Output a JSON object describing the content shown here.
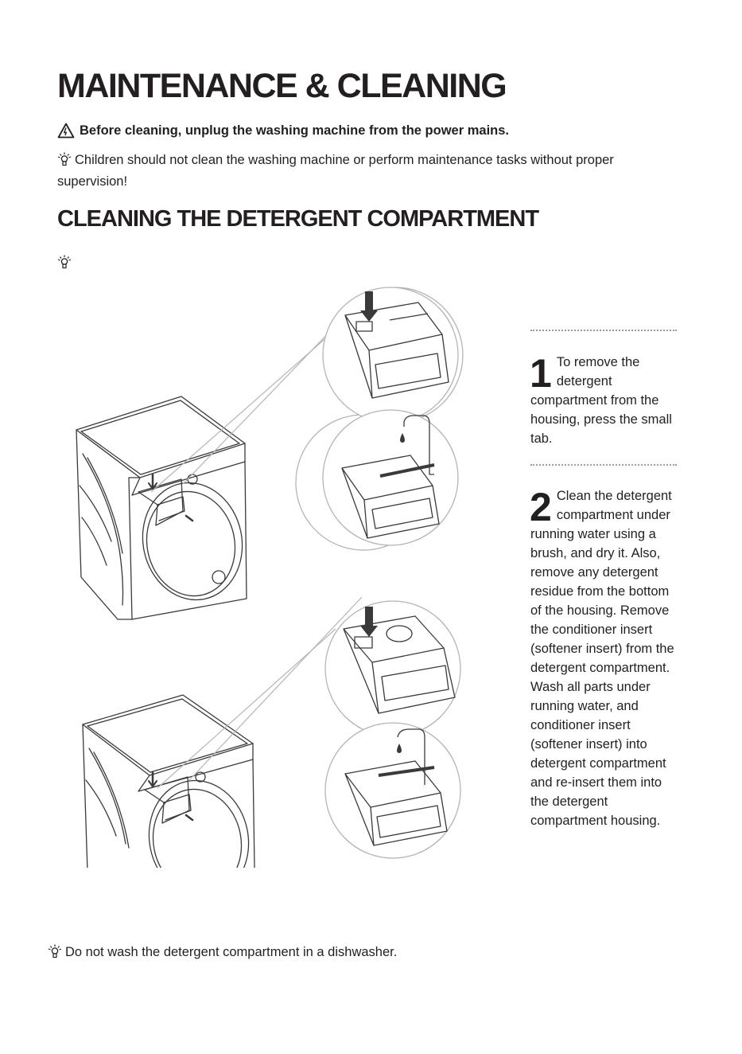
{
  "page": {
    "title": "MAINTENANCE & CLEANING",
    "warning": "Before cleaning, unplug the washing machine from the power mains.",
    "tip_children": "Children should not clean the washing machine or perform maintenance tasks without proper supervision!",
    "section_title": "CLEANING THE DETERGENT COMPARTMENT",
    "tip_dishwasher": "Do not wash the detergent compartment in a dishwasher."
  },
  "steps": [
    {
      "number": "1",
      "text": "To remove the detergent compartment from the housing, press the small tab."
    },
    {
      "number": "2",
      "text": "Clean the detergent compartment under running water using a brush, and dry it. Also, remove any detergent residue from the bottom of the housing. Remove the conditioner insert (softener insert) from the detergent compartment. Wash all parts under running water, and conditioner insert (softener insert) into detergent compartment and re-insert them into the detergent compartment housing."
    }
  ],
  "icons": {
    "warning": "warning-triangle-icon",
    "tip": "lightbulb-tip-icon"
  },
  "colors": {
    "text": "#231f20",
    "line_art": "#3a3a3a",
    "callout_circle": "#b5b5b5",
    "dotted_rule": "#9a9a9a"
  }
}
